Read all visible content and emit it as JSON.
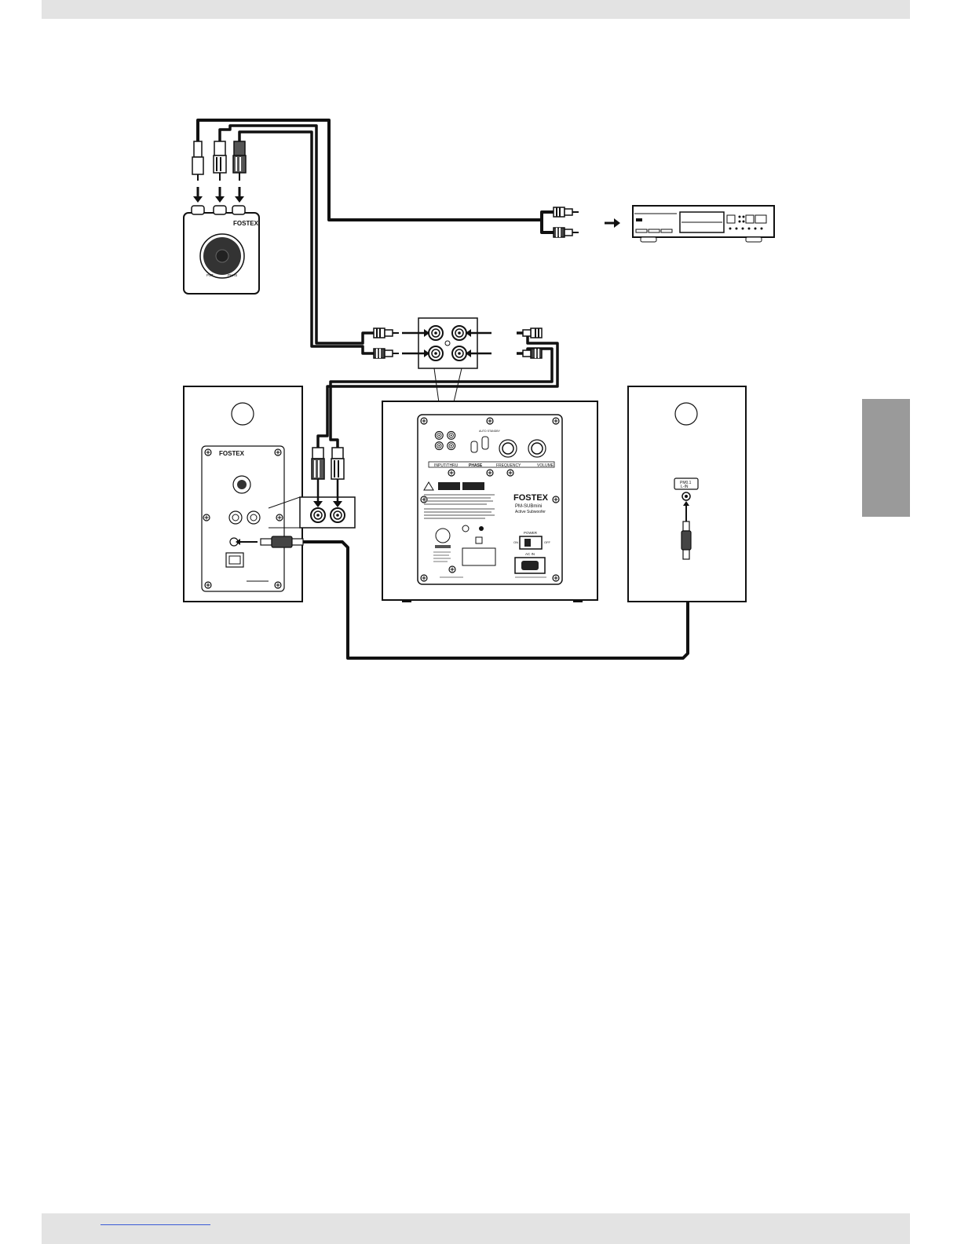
{
  "labels": {
    "controller_brand": "FOSTEX",
    "controller_knob_left": "PST",
    "controller_knob_right": "PHAS",
    "left_speaker_brand": "FOSTEX",
    "sub_brand": "FOSTEX",
    "sub_model": "PM-SUBmini",
    "sub_type": "Active Subwoofer",
    "sub_section_input": "INPUT/THRU",
    "sub_section_phase": "PHASE",
    "sub_section_frequency": "FREQUENCY",
    "sub_section_volume": "VOLUME",
    "sub_power": "POWER",
    "sub_on": "ON",
    "sub_off": "OFF",
    "sub_ac_in": "AC IN",
    "sub_standby": "AUTO STANDBY",
    "right_tag_line1": "PM0.1",
    "right_tag_line2": "L-IN"
  },
  "colors": {
    "band": "#e3e3e3",
    "side_tab": "#9a9a9a",
    "ink": "#1a1a1a",
    "link": "#3b5bd6"
  }
}
